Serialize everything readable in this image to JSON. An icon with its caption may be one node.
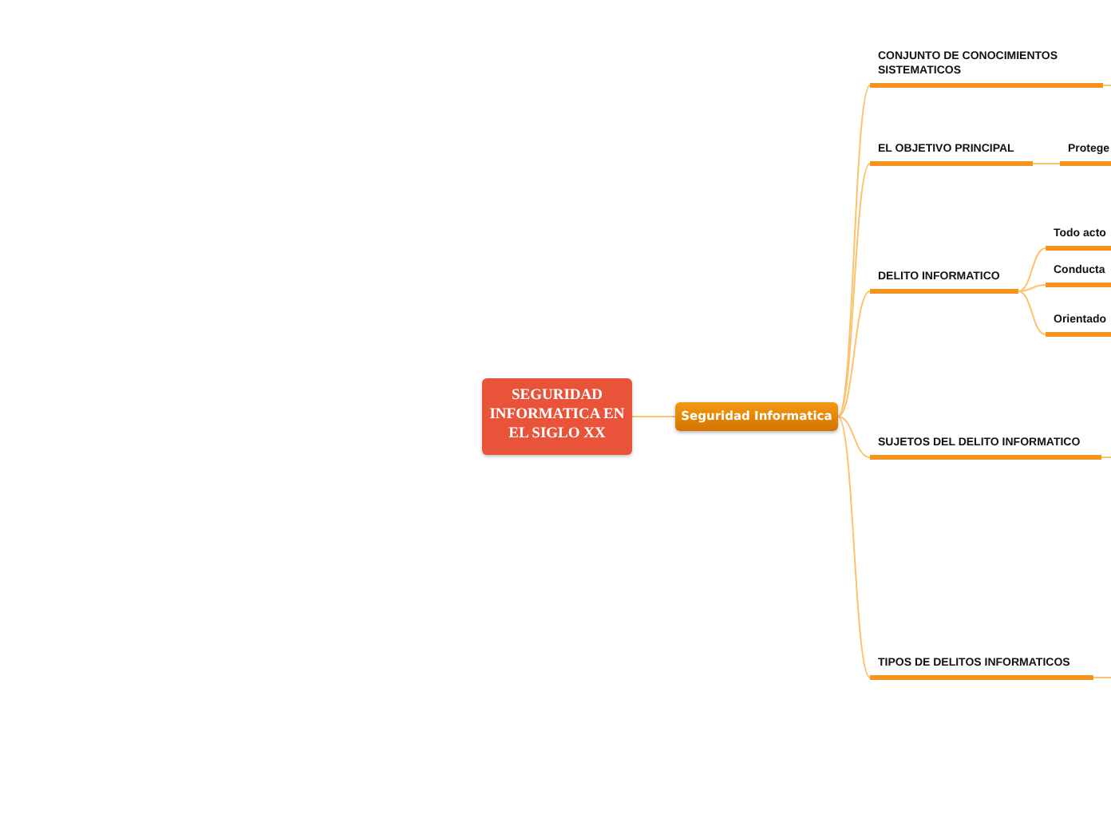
{
  "diagram": {
    "nodes": [
      {
        "text": [
          "SEGURIDAD INFORMATICA EN EL SIGLO XX"
        ]
      },
      {
        "text": [
          "Seguridad Informatica"
        ]
      },
      {
        "text": [
          "CONJUNTO DE CONOCIMIENTOS SISTEMATICOS"
        ]
      },
      {
        "text": [
          "EL OBJETIVO PRINCIPAL"
        ]
      },
      {
        "text": [
          "Protege"
        ]
      },
      {
        "text": [
          "DELITO INFORMATICO"
        ]
      },
      {
        "text": [
          "Todo acto"
        ]
      },
      {
        "text": [
          "Conducta"
        ]
      },
      {
        "text": [
          "Orientado"
        ]
      },
      {
        "text": [
          "SUJETOS DEL DELITO INFORMATICO"
        ]
      },
      {
        "text": [
          "TIPOS DE DELITOS INFORMATICOS"
        ]
      }
    ],
    "edges": [
      {
        "from": 0,
        "to": 1,
        "arrow": "none"
      },
      {
        "from": 1,
        "to": 2,
        "arrow": "none"
      },
      {
        "from": 1,
        "to": 3,
        "arrow": "none"
      },
      {
        "from": 1,
        "to": 5,
        "arrow": "none"
      },
      {
        "from": 1,
        "to": 9,
        "arrow": "none"
      },
      {
        "from": 1,
        "to": 10,
        "arrow": "none"
      },
      {
        "from": 3,
        "to": 4,
        "arrow": "none"
      },
      {
        "from": 5,
        "to": 6,
        "arrow": "none"
      },
      {
        "from": 5,
        "to": 7,
        "arrow": "none"
      },
      {
        "from": 5,
        "to": 8,
        "arrow": "none"
      },
      {
        "from": 2,
        "to": null,
        "arrow": "none"
      },
      {
        "from": 9,
        "to": null,
        "arrow": "none"
      },
      {
        "from": 10,
        "to": null,
        "arrow": "none"
      }
    ]
  }
}
